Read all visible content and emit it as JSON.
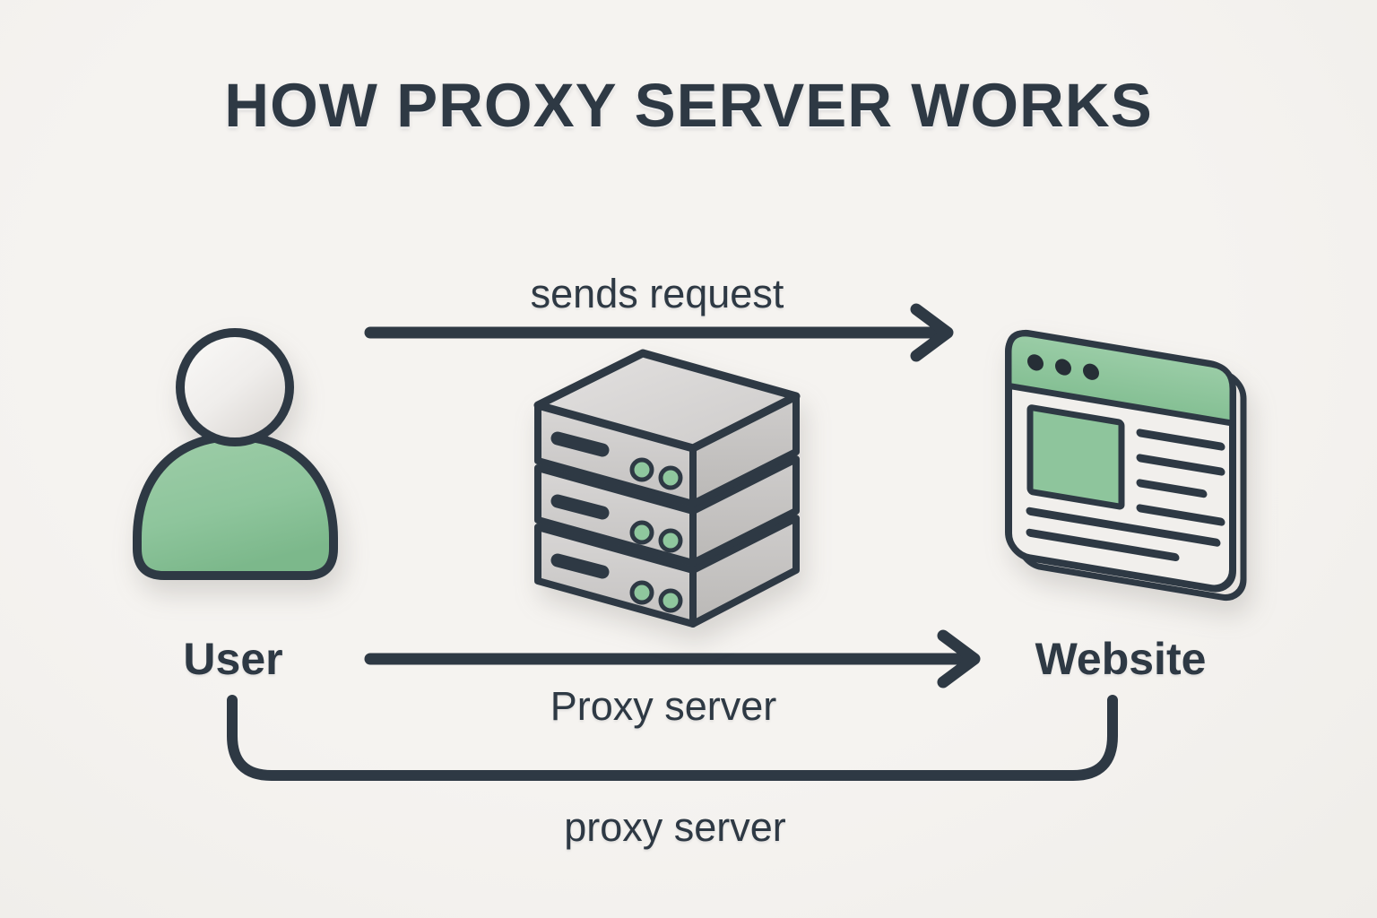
{
  "title": "HOW PROXY SERVER WORKS",
  "nodes": {
    "user": {
      "label": "User",
      "icon": "user-icon"
    },
    "proxy": {
      "icon": "server-stack-icon"
    },
    "website": {
      "label": "Website",
      "icon": "browser-window-icon"
    }
  },
  "arrows": {
    "top": {
      "label": "sends request"
    },
    "middle": {
      "label": "Proxy server"
    },
    "bottom": {
      "label": "proxy server"
    }
  },
  "colors": {
    "background": "#f5f3f0",
    "ink": "#2e3944",
    "green": "#8ec59c",
    "led_green": "#8fc79e",
    "gray_light": "#dedcda",
    "gray_mid": "#cecccb",
    "gray_dark": "#bdbbb9",
    "white_face": "#f1efec",
    "depth_face": "#e9e5e1"
  }
}
